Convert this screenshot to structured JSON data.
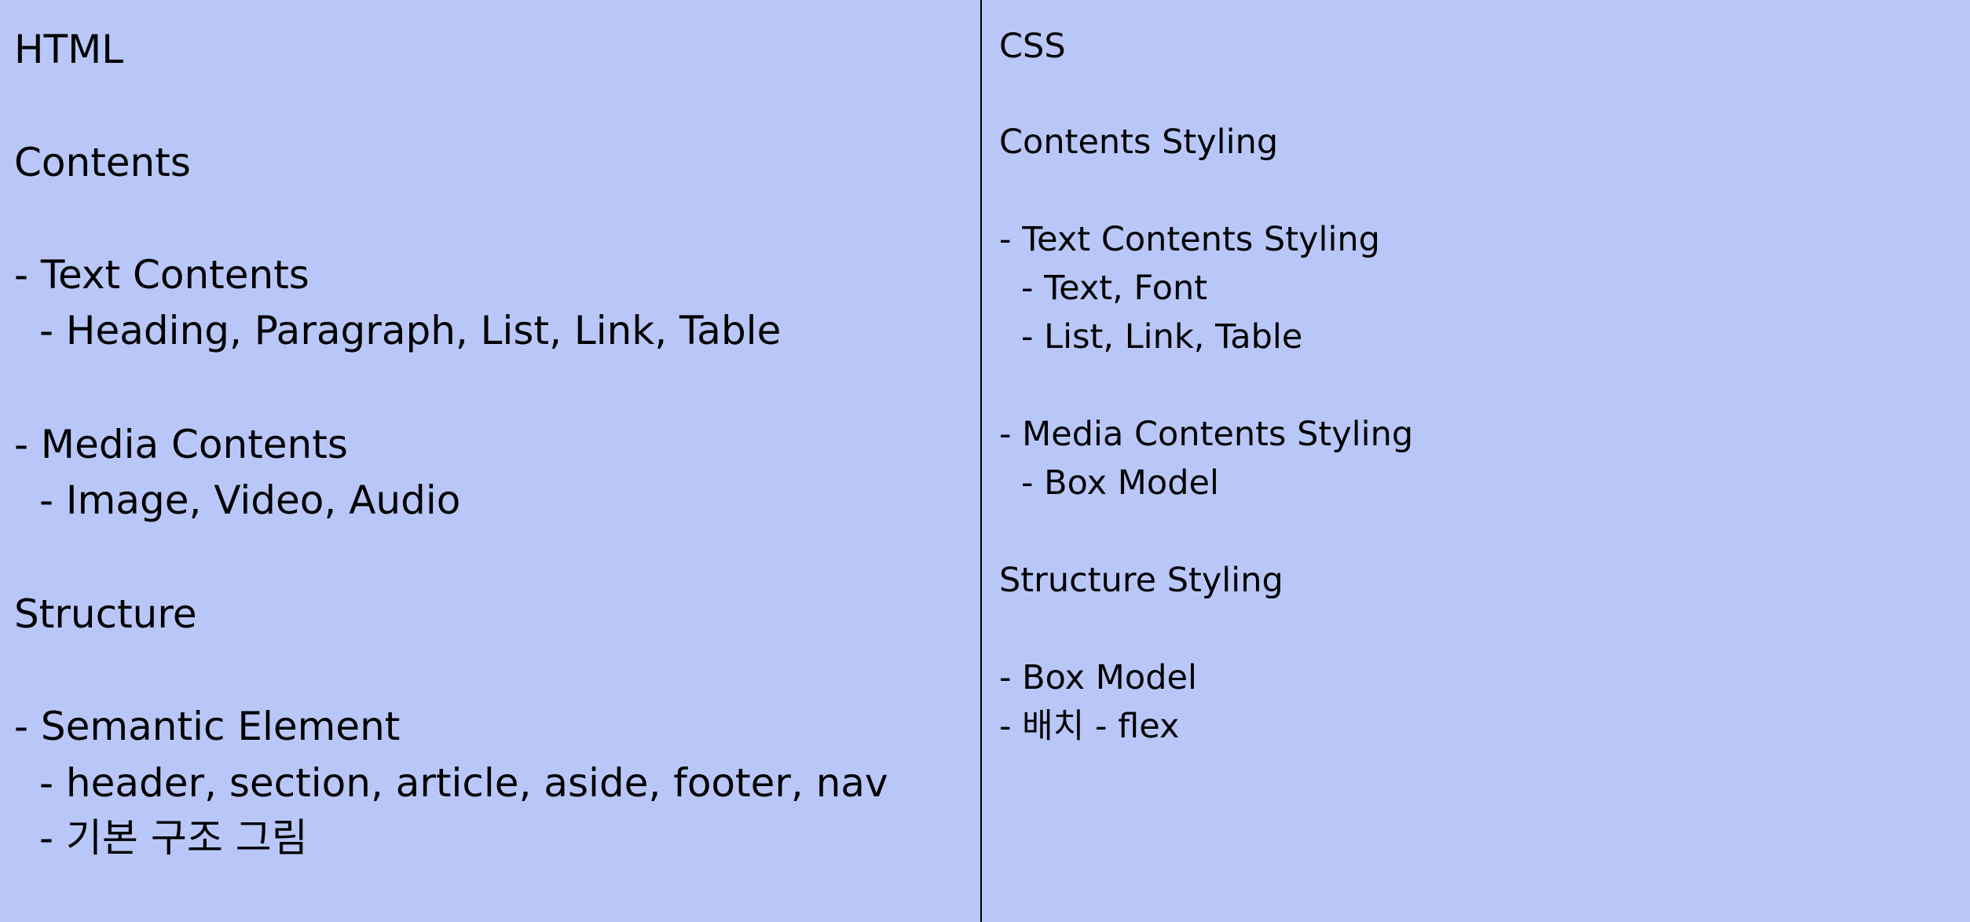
{
  "html_panel": {
    "heading": "HTML",
    "section_contents": "Contents",
    "text_contents": "- Text Contents",
    "text_contents_items": "- Heading, Paragraph, List, Link, Table",
    "media_contents": "- Media Contents",
    "media_contents_items": "- Image, Video, Audio",
    "section_structure": "Structure",
    "semantic_element": "- Semantic Element",
    "semantic_element_items": "- header, section, article, aside, footer, nav",
    "basic_structure": "- 기본 구조 그림"
  },
  "css_panel": {
    "heading": "CSS",
    "section_contents_styling": "Contents Styling",
    "text_contents_styling": "- Text Contents Styling",
    "text_font": "- Text, Font",
    "list_link_table": "- List, Link, Table",
    "media_contents_styling": "- Media Contents Styling",
    "media_box_model": "- Box Model",
    "section_structure_styling": "Structure Styling",
    "structure_box_model": "- Box Model",
    "layout_flex": "- 배치 - flex"
  }
}
